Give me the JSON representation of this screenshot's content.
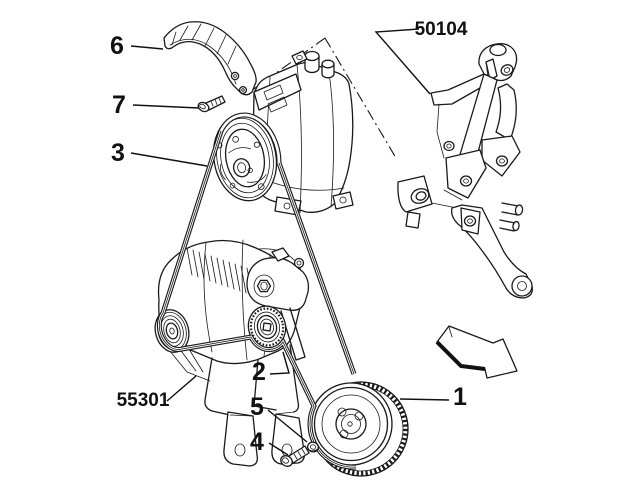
{
  "diagram": {
    "background_color": "#ffffff",
    "line_color": "#1a1a1a",
    "callouts": {
      "belt_guard": "6",
      "guard_bolt": "7",
      "drive_belt": "3",
      "mounting_bracket": "50104",
      "alternator": "55301",
      "belt_tensioner": "2",
      "washer": "5",
      "fixing_bolt": "4",
      "crankshaft_pulley": "1"
    },
    "icons": {
      "direction_arrow": "arrow-down-right"
    }
  }
}
